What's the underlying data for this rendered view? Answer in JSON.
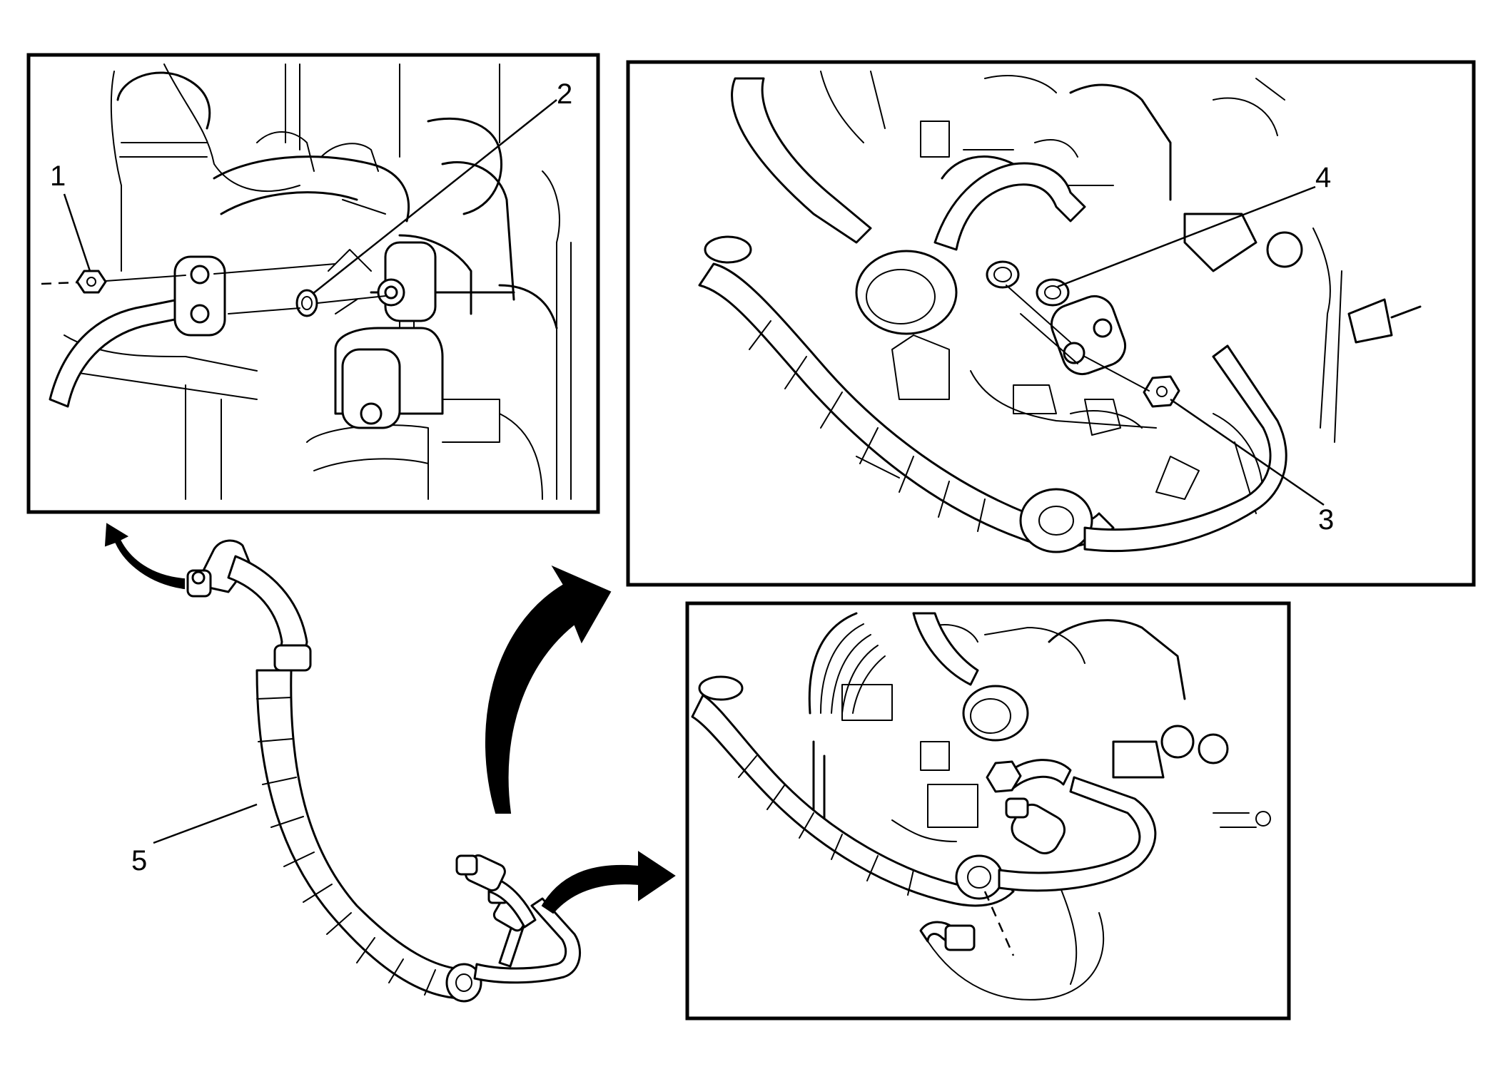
{
  "diagram": {
    "callouts": [
      {
        "id": "1",
        "label": "1"
      },
      {
        "id": "2",
        "label": "2"
      },
      {
        "id": "3",
        "label": "3"
      },
      {
        "id": "4",
        "label": "4"
      },
      {
        "id": "5",
        "label": "5"
      }
    ],
    "panels": [
      "inset-top-left",
      "inset-top-right",
      "inset-bottom-right"
    ],
    "arrows": [
      "arrow-to-top-left",
      "arrow-to-top-right",
      "arrow-to-bottom-right"
    ]
  }
}
